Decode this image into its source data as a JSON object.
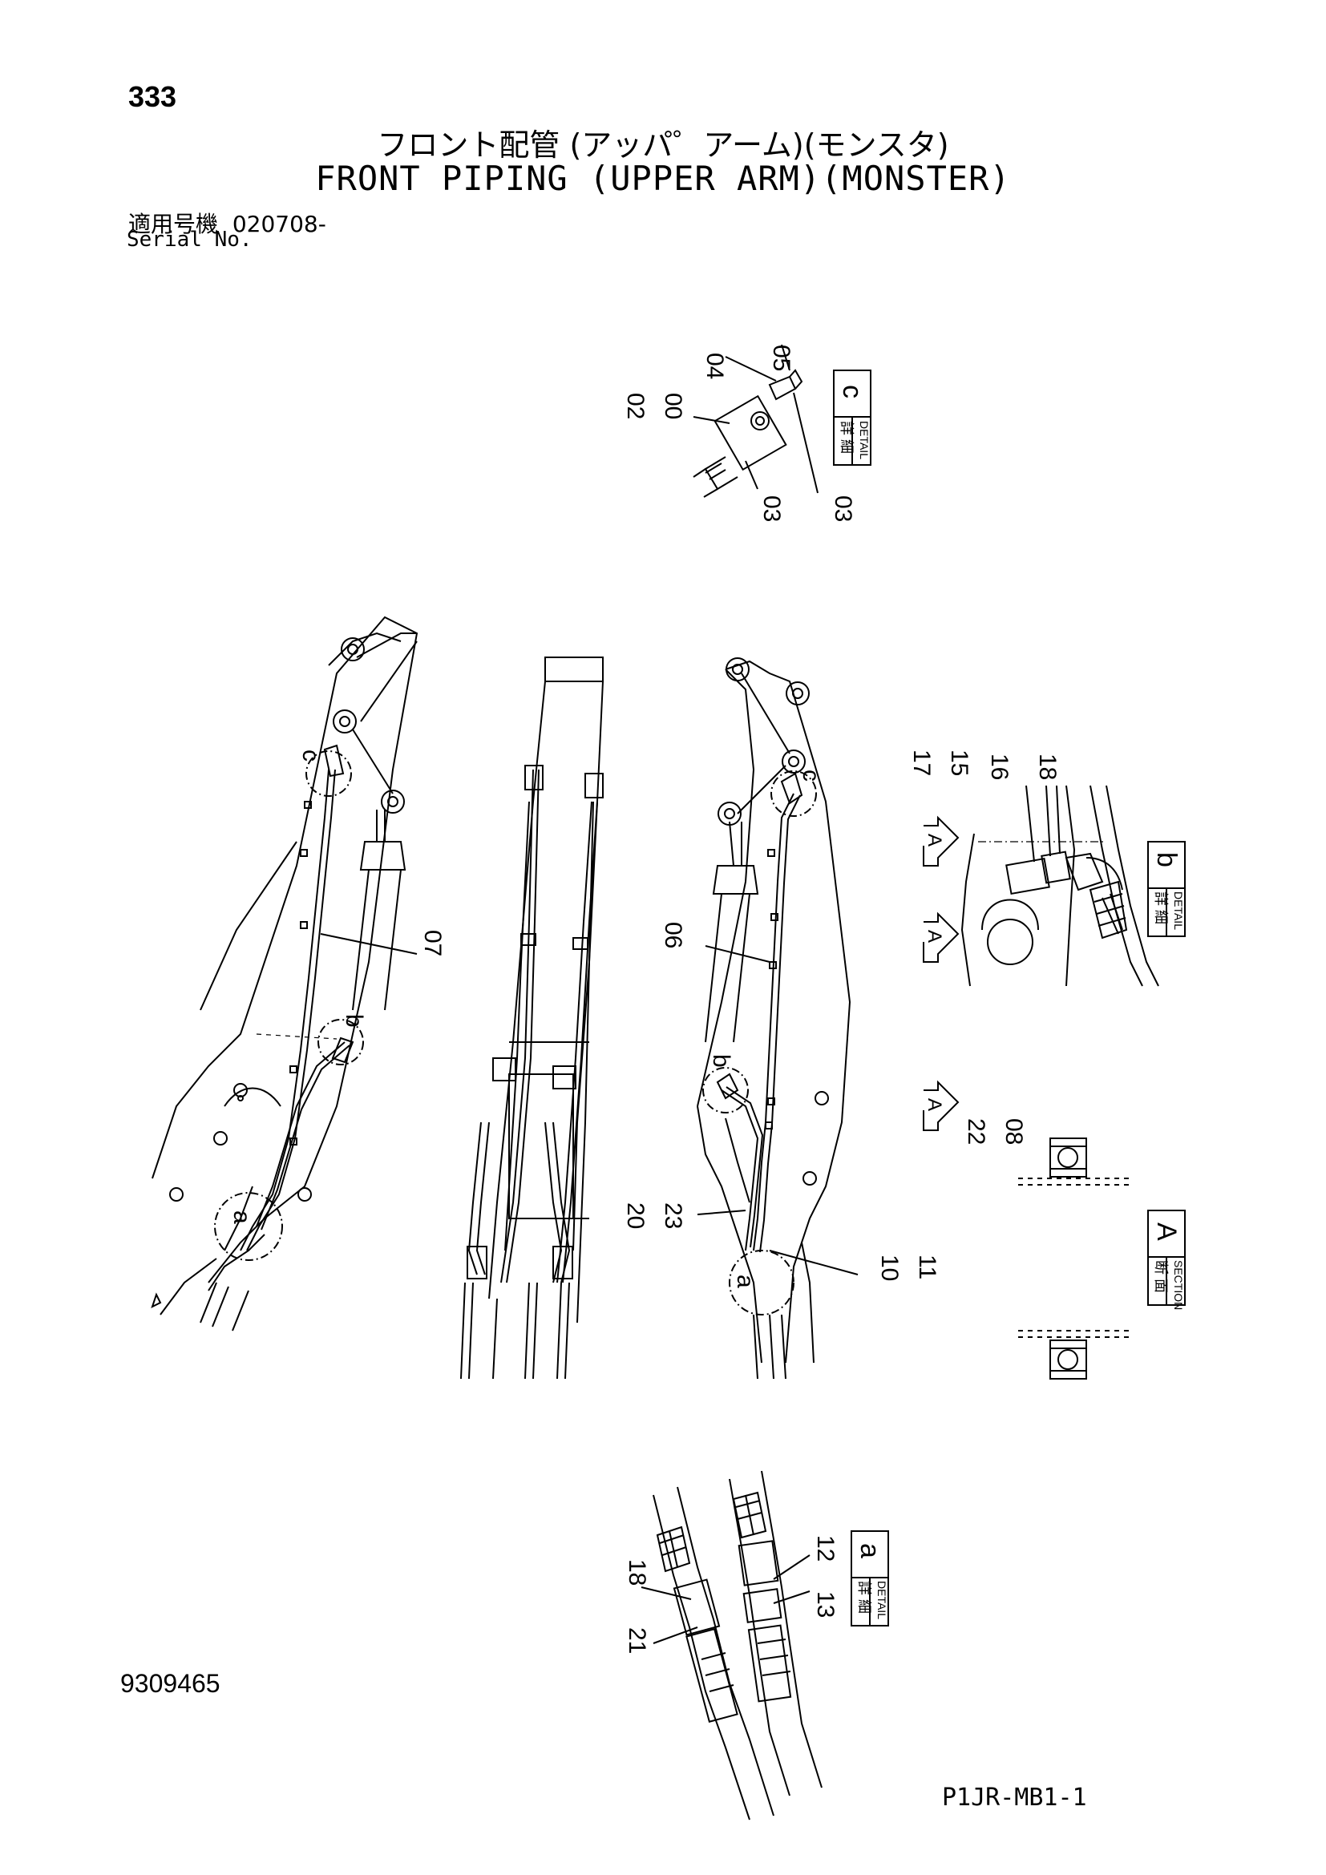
{
  "page_number": "333",
  "title_jp": "フロント配管 (アッパ゜アーム)(モンスタ)",
  "title_en": "FRONT PIPING (UPPER ARM)(MONSTER)",
  "serial": {
    "label_jp": "適用号機",
    "value": "020708-",
    "label_en": "Serial No."
  },
  "detail_c": {
    "jp": "詳 細",
    "en": "DETAIL",
    "letter": "c",
    "parts": [
      "05",
      "04",
      "02",
      "00",
      "03",
      "03"
    ]
  },
  "detail_b": {
    "jp": "詳 細",
    "en": "DETAIL",
    "letter": "b",
    "parts": [
      "17",
      "15",
      "16",
      "18"
    ]
  },
  "detail_a": {
    "jp": "詳 細",
    "en": "DETAIL",
    "letter": "a",
    "parts": [
      "18",
      "21",
      "12",
      "13"
    ]
  },
  "section_a": {
    "jp": "断 面",
    "en": "SECTION",
    "letter": "A",
    "parts": [
      "22",
      "08"
    ]
  },
  "section_markers": [
    "A",
    "A",
    "A"
  ],
  "arm_left": {
    "parts": [
      "07"
    ],
    "callouts": [
      "c",
      "b",
      "a"
    ]
  },
  "arm_right": {
    "parts": [
      "06",
      "20",
      "23",
      "10",
      "11"
    ],
    "callouts": [
      "c",
      "b",
      "a"
    ]
  },
  "doc_number": "9309465",
  "drawing_code": "P1JR-MB1-1"
}
